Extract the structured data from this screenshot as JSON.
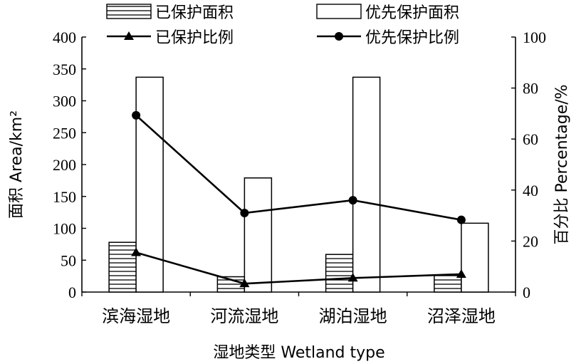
{
  "chart_data": {
    "type": "bar",
    "categories": [
      "滨海湿地",
      "河流湿地",
      "湖泊湿地",
      "沼泽湿地"
    ],
    "series": [
      {
        "name": "已保护面积",
        "kind": "bar",
        "axis": "left",
        "pattern": "horizontal-lines",
        "values": [
          78,
          24,
          59,
          27
        ]
      },
      {
        "name": "优先保护面积",
        "kind": "bar",
        "axis": "left",
        "pattern": "empty",
        "values": [
          337,
          179,
          337,
          108
        ]
      },
      {
        "name": "已保护比例",
        "kind": "line",
        "axis": "right",
        "marker": "triangle",
        "values": [
          15.5,
          3.3,
          5.5,
          7.0
        ]
      },
      {
        "name": "优先保护比例",
        "kind": "line",
        "axis": "right",
        "marker": "circle",
        "values": [
          69.3,
          31.0,
          36.0,
          28.3
        ]
      }
    ],
    "xlabel": "湿地类型 Wetland type",
    "ylabel": "面积 Area/km²",
    "y2label": "百分比 Percentage/%",
    "ylim": [
      0,
      400
    ],
    "y2lim": [
      0,
      100
    ],
    "yticks": [
      "0",
      "50",
      "100",
      "150",
      "200",
      "250",
      "300",
      "350",
      "400"
    ],
    "y2ticks": [
      "0",
      "20",
      "40",
      "60",
      "80",
      "100"
    ],
    "grid": false,
    "legend_position": "top"
  }
}
